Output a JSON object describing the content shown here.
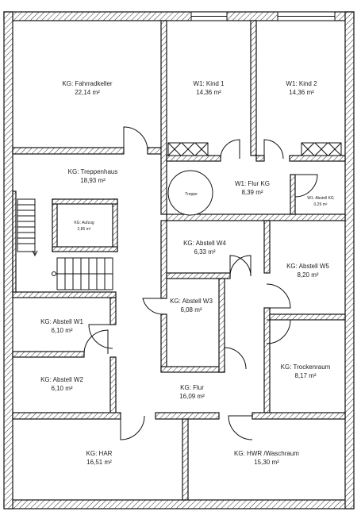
{
  "plan": {
    "rooms": [
      {
        "key": "fahrradkeller",
        "name": "KG: Fahrradkeller",
        "area": "22,14 m²"
      },
      {
        "key": "kind1",
        "name": "W1: Kind 1",
        "area": "14,36 m²"
      },
      {
        "key": "kind2",
        "name": "W1: Kind 2",
        "area": "14,36 m²"
      },
      {
        "key": "treppenhaus",
        "name": "KG: Treppenhaus",
        "area": "18,93 m²"
      },
      {
        "key": "flurkg",
        "name": "W1: Flur KG",
        "area": "8,39 m²"
      },
      {
        "key": "abstellkg",
        "name": "W1: Abstell KG",
        "area": "0,29 m²"
      },
      {
        "key": "aufzug",
        "name": "KG: Aufzug",
        "area": "2,85 m²"
      },
      {
        "key": "abstellw4",
        "name": "KG: Abstell W4",
        "area": "6,33 m²"
      },
      {
        "key": "abstellw5",
        "name": "KG: Abstell W5",
        "area": "8,20 m²"
      },
      {
        "key": "abstellw3",
        "name": "KG: Abstell W3",
        "area": "6,08 m²"
      },
      {
        "key": "abstellw1",
        "name": "KG: Abstell W1",
        "area": "6,10 m²"
      },
      {
        "key": "trockenraum",
        "name": "KG: Trockenraum",
        "area": "8,17 m²"
      },
      {
        "key": "abstellw2",
        "name": "KG: Abstell W2",
        "area": "6,10 m²"
      },
      {
        "key": "flur",
        "name": "KG: Flur",
        "area": "16,09 m²"
      },
      {
        "key": "har",
        "name": "KG: HAR",
        "area": "16,51 m²"
      },
      {
        "key": "hwr",
        "name": "KG: HWR /Waschraum",
        "area": "15,30 m²"
      }
    ],
    "stair_label": "Treppe"
  }
}
